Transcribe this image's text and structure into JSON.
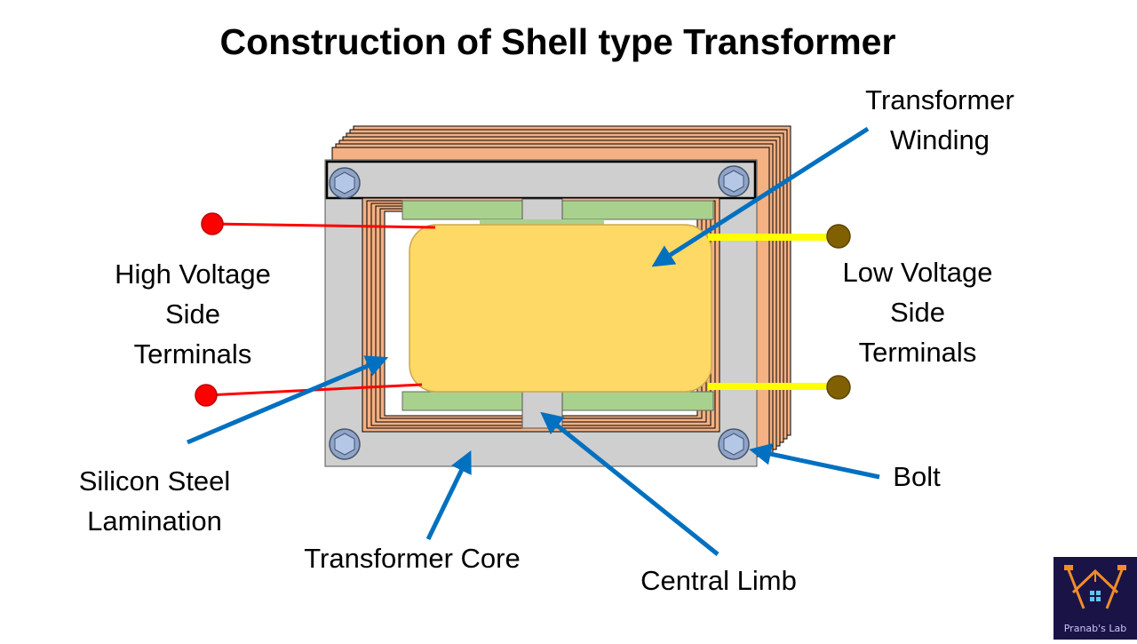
{
  "title": "Construction of Shell type Transformer",
  "labels": {
    "winding": [
      "Transformer",
      "Winding"
    ],
    "hv_terminals": [
      "High Voltage",
      "Side",
      "Terminals"
    ],
    "lv_terminals": [
      "Low Voltage",
      "Side",
      "Terminals"
    ],
    "lamination": [
      "Silicon Steel",
      "Lamination"
    ],
    "core": "Transformer Core",
    "central_limb": "Central Limb",
    "bolt": "Bolt"
  },
  "logo": {
    "text": "Pranab's Lab"
  },
  "colors": {
    "core": "#cfcfcf",
    "lamination": "#f4b183",
    "winding": "#ffd966",
    "insulation": "#a9d18e",
    "arrow": "#0070c0",
    "hv_wire": "#ff0000",
    "lv_wire": "#ffff00",
    "lv_terminal": "#806000",
    "logo_bg": "#1a1446",
    "logo_icon": "#f28c28"
  }
}
